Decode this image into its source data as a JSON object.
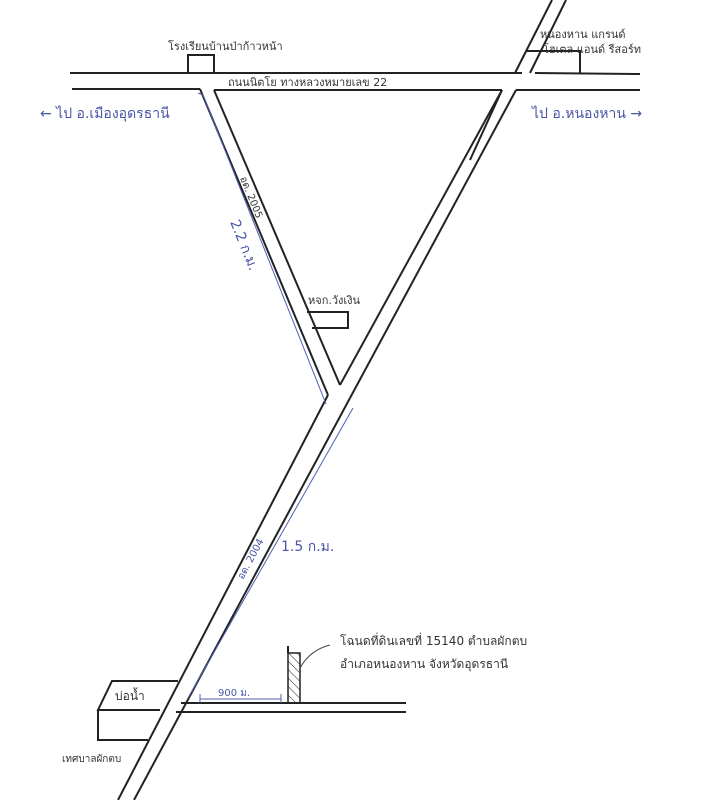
{
  "map": {
    "school_label": "โรงเรียนบ้านป่าก้าวหน้า",
    "hotel_label_line1": "หนองหาน แกรนด์",
    "hotel_label_line2": "โฮเตล แอนด์ รีสอร์ท",
    "highway_label": "ถนนนิตโย  ทางหลวงหมายเลข  22",
    "to_west": "← ไป อ.เมืองอุดรธานี",
    "to_east": "ไป อ.หนองหาน →",
    "road_2005_label": "อด. 2005",
    "distance_2_2": "2.2 ก.ม.",
    "company_label": "หจก.วังเงิน",
    "road_2004_label": "อด. 2004",
    "distance_1_5": "1.5 ก.ม.",
    "distance_900": "900 ม.",
    "land_label_line1": "โฉนดที่ดินเลขที่  15140  ตำบลผักตบ",
    "land_label_line2": "อำเภอหนองหาน  จังหวัดอุดรธานี",
    "pond_label": "บ่อน้ำ",
    "municipality_label": "เทศบาลผักตบ",
    "colors": {
      "ink": "#222222",
      "annotation": "#4a55a8"
    }
  }
}
